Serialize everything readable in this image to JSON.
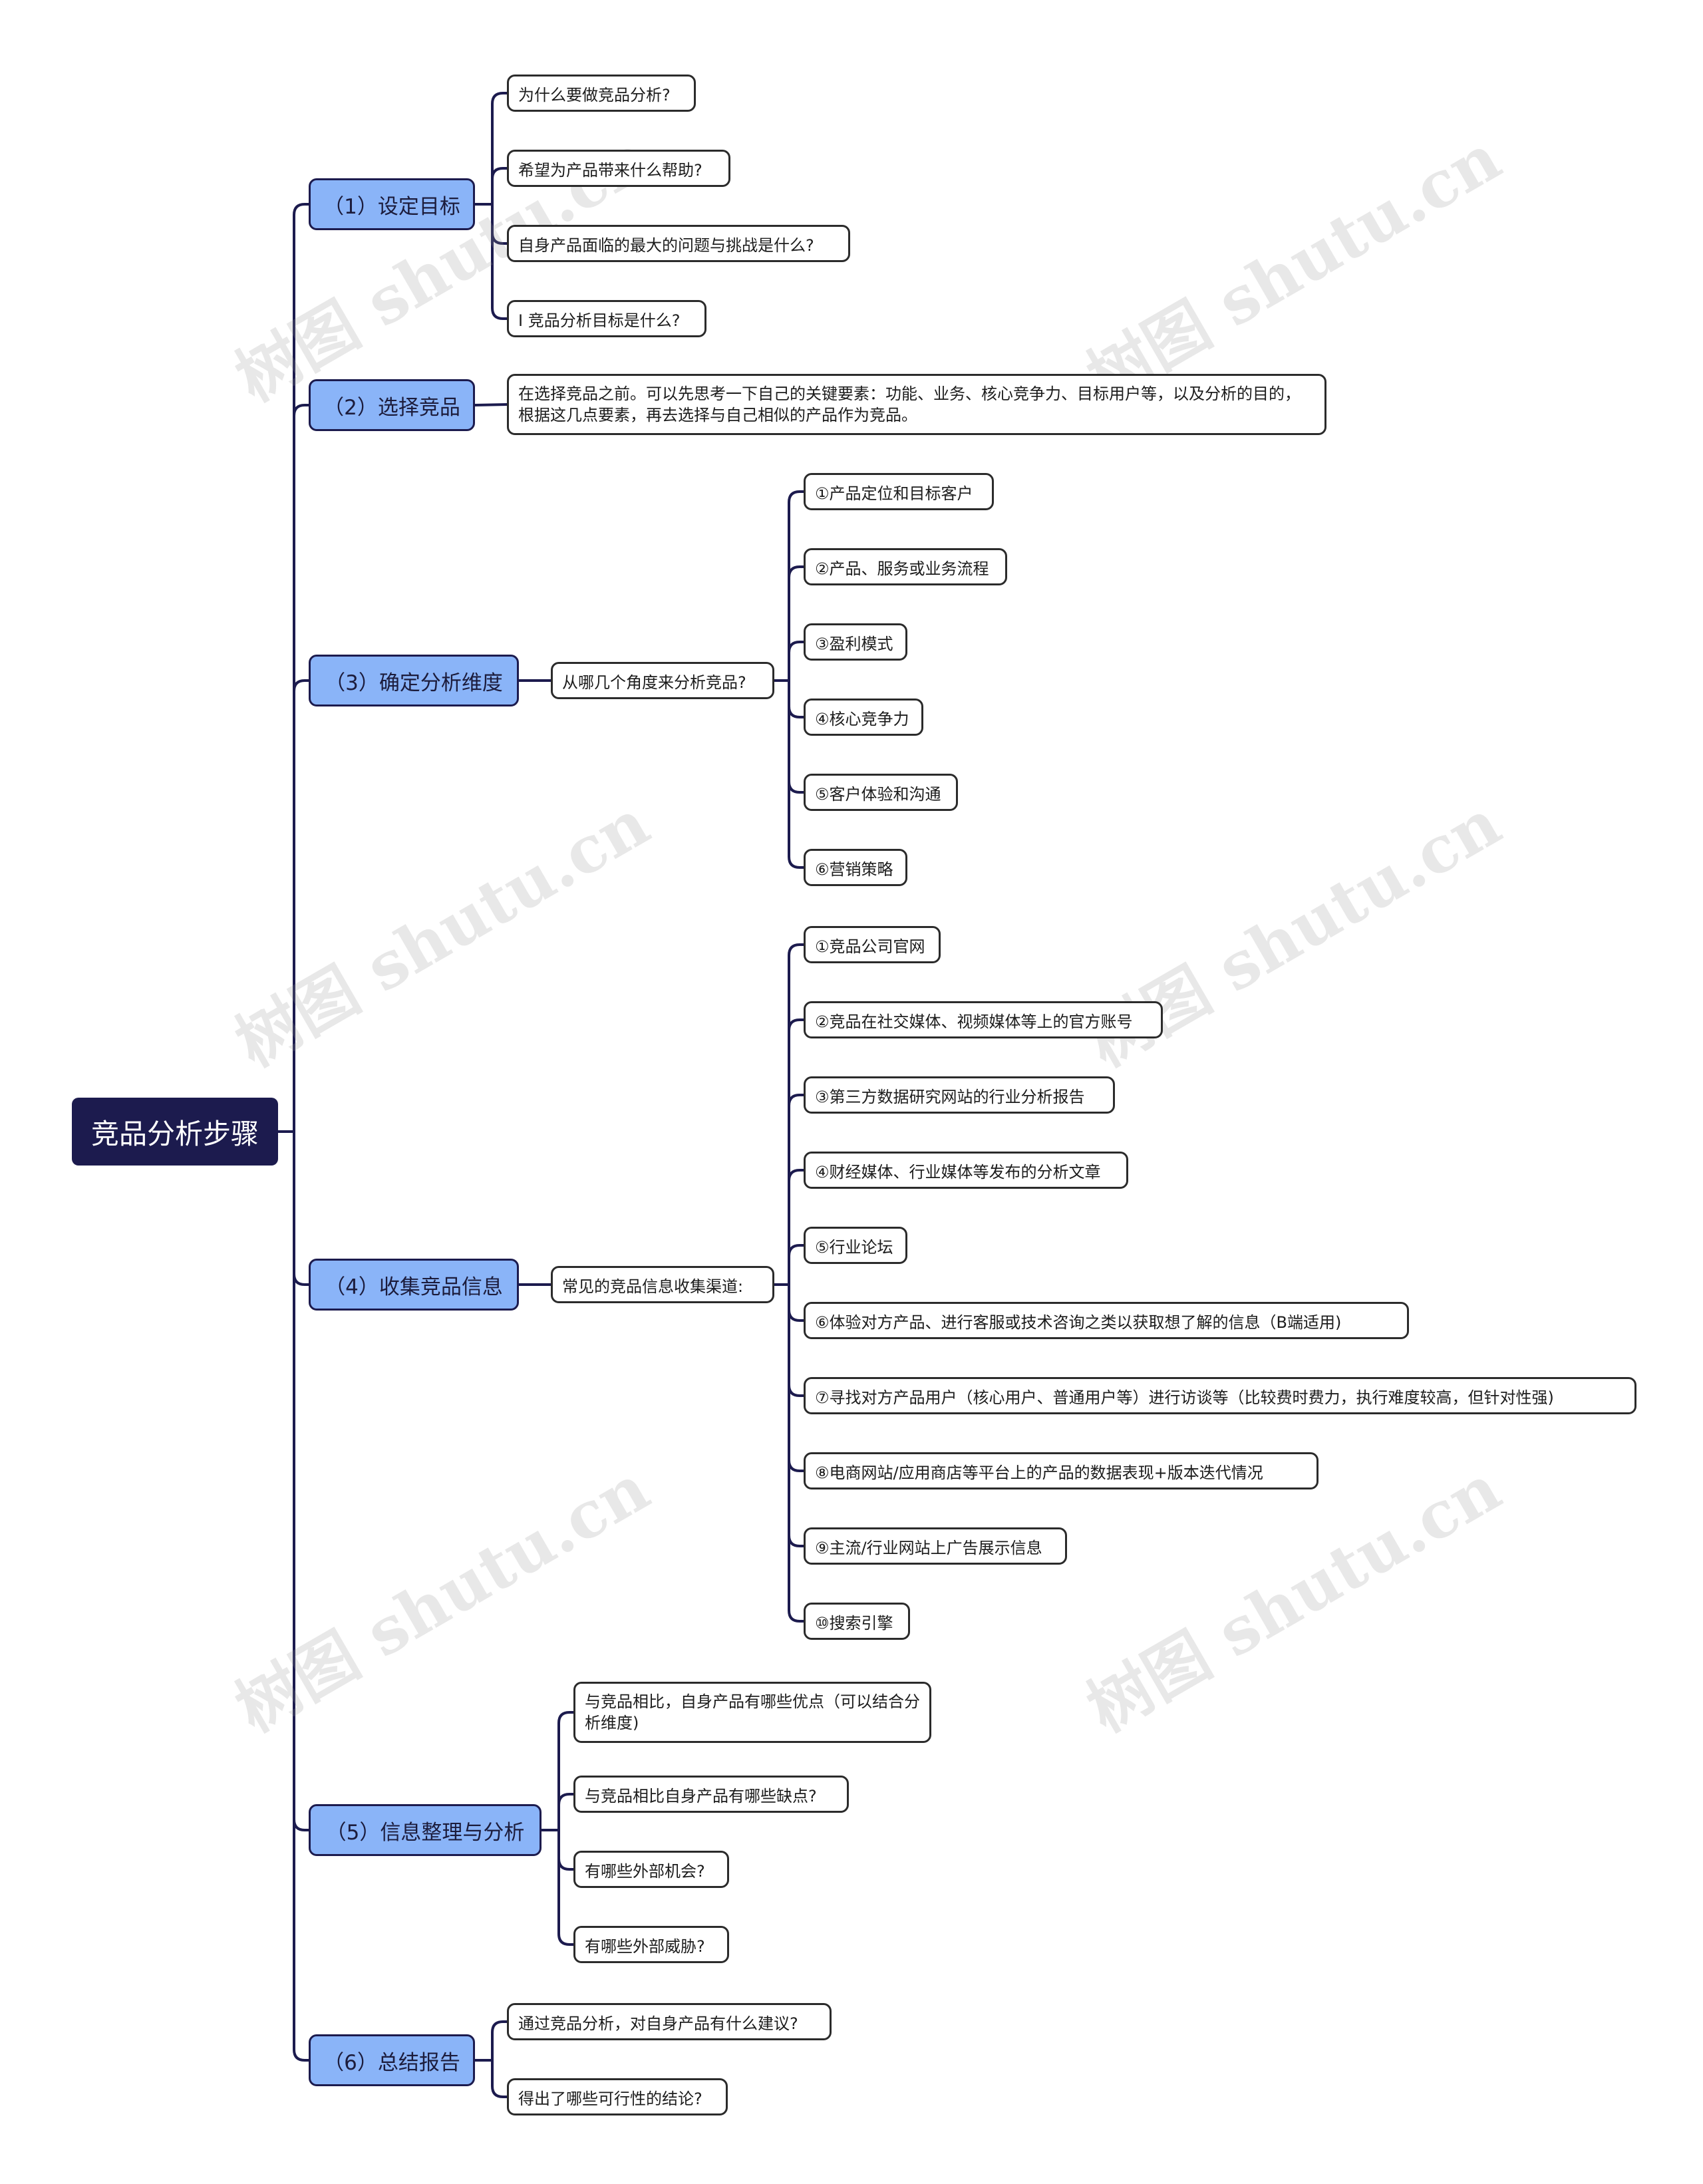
{
  "root": {
    "label": "竞品分析步骤"
  },
  "branches": [
    {
      "label": "（1）设定目标",
      "children": [
        "为什么要做竞品分析?",
        "希望为产品带来什么帮助?",
        "自身产品面临的最大的问题与挑战是什么?",
        "I 竞品分析目标是什么?"
      ]
    },
    {
      "label": "（2）选择竞品",
      "children": [
        "在选择竞品之前。可以先思考一下自己的关键要素：功能、业务、核心竞争力、目标用户等，以及分析的目的，根据这几点要素，再去选择与自己相似的产品作为竞品。"
      ]
    },
    {
      "label": "（3）确定分析维度",
      "middle": "从哪几个角度来分析竞品?",
      "children": [
        "①产品定位和目标客户",
        "②产品、服务或业务流程",
        "③盈利模式",
        "④核心竞争力",
        "⑤客户体验和沟通",
        "⑥营销策略"
      ]
    },
    {
      "label": "（4）收集竞品信息",
      "middle": "常见的竞品信息收集渠道:",
      "children": [
        "①竞品公司官网",
        "②竞品在社交媒体、视频媒体等上的官方账号",
        "③第三方数据研究网站的行业分析报告",
        "④财经媒体、行业媒体等发布的分析文章",
        "⑤行业论坛",
        "⑥体验对方产品、进行客服或技术咨询之类以获取想了解的信息（B端适用)",
        "⑦寻找对方产品用户（核心用户、普通用户等）进行访谈等（比较费时费力，执行难度较高，但针对性强)",
        "⑧电商网站/应用商店等平台上的产品的数据表现+版本迭代情况",
        "⑨主流/行业网站上广告展示信息",
        "⑩搜索引擎"
      ]
    },
    {
      "label": "（5）信息整理与分析",
      "children": [
        "与竞品相比，自身产品有哪些优点（可以结合分析维度)",
        "与竞品相比自身产品有哪些缺点?",
        "有哪些外部机会?",
        "有哪些外部威胁?"
      ]
    },
    {
      "label": "（6）总结报告",
      "children": [
        "通过竞品分析，对自身产品有什么建议?",
        "得出了哪些可行性的结论?"
      ]
    }
  ],
  "watermarks": [
    "树图 shutu.cn",
    "树图 shutu.cn",
    "树图 shutu.cn",
    "树图 shutu.cn",
    "树图 shutu.cn",
    "树图 shutu.cn"
  ],
  "colors": {
    "root_fill": "#1c1b4e",
    "branch_fill": "#8ab4f8",
    "connector": "#1c1b4e",
    "leaf_border": "#2b2b2b"
  }
}
